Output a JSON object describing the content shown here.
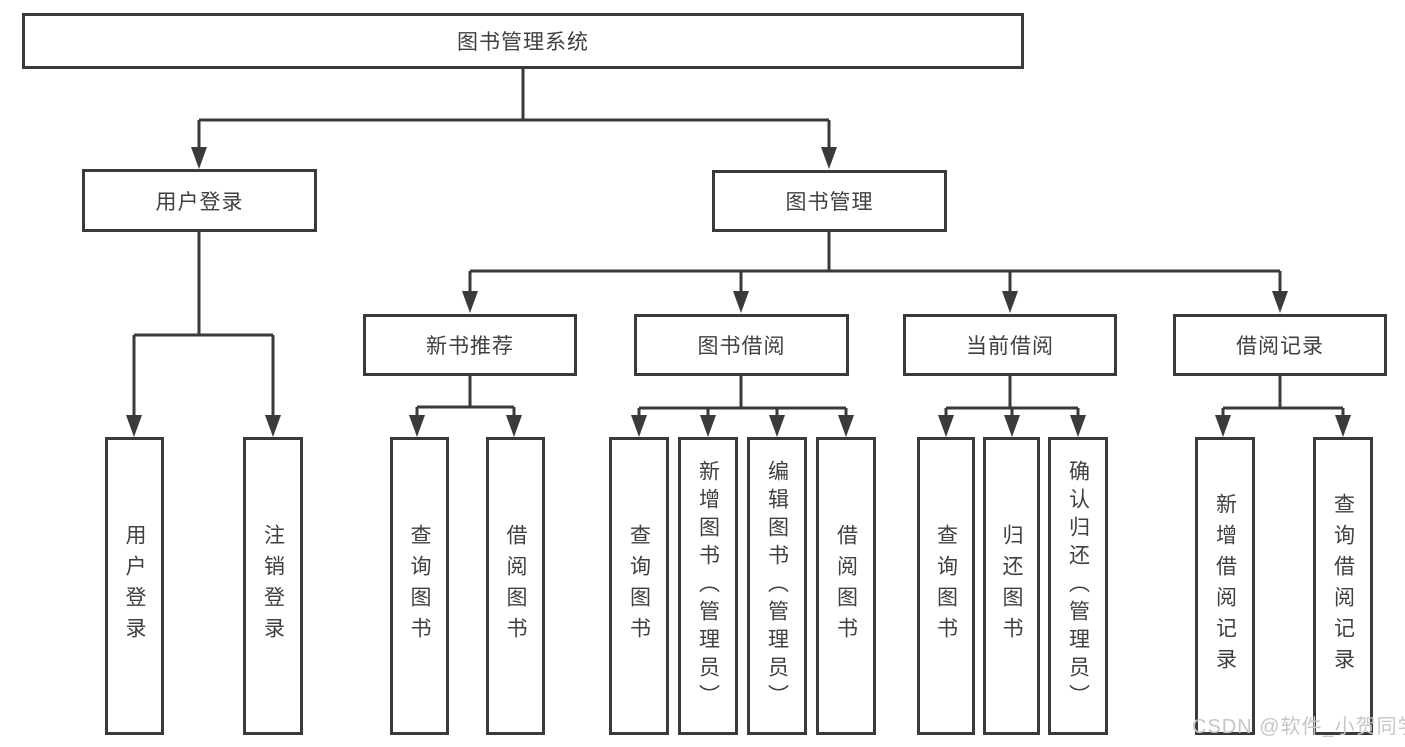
{
  "colors": {
    "line": "#3a3a3a",
    "box_border": "#3a3a3a",
    "box_background": "#ffffff",
    "text": "#404040",
    "watermark": "#c6c6c6",
    "page_background": "#ffffff"
  },
  "watermark": {
    "text": "CSDN @软件_小贺同学"
  },
  "tree": {
    "root": {
      "label": "图书管理系统",
      "children": [
        {
          "label": "用户登录",
          "children": [
            {
              "label": "用户登录"
            },
            {
              "label": "注销登录"
            }
          ]
        },
        {
          "label": "图书管理",
          "children": [
            {
              "label": "新书推荐",
              "children": [
                {
                  "label": "查询图书"
                },
                {
                  "label": "借阅图书"
                }
              ]
            },
            {
              "label": "图书借阅",
              "children": [
                {
                  "label": "查询图书"
                },
                {
                  "label": "新增图书（管理员）"
                },
                {
                  "label": "编辑图书（管理员）"
                },
                {
                  "label": "借阅图书"
                }
              ]
            },
            {
              "label": "当前借阅",
              "children": [
                {
                  "label": "查询图书"
                },
                {
                  "label": "归还图书"
                },
                {
                  "label": "确认归还（管理员）"
                }
              ]
            },
            {
              "label": "借阅记录",
              "children": [
                {
                  "label": "新增借阅记录"
                },
                {
                  "label": "查询借阅记录"
                }
              ]
            }
          ]
        }
      ]
    }
  }
}
